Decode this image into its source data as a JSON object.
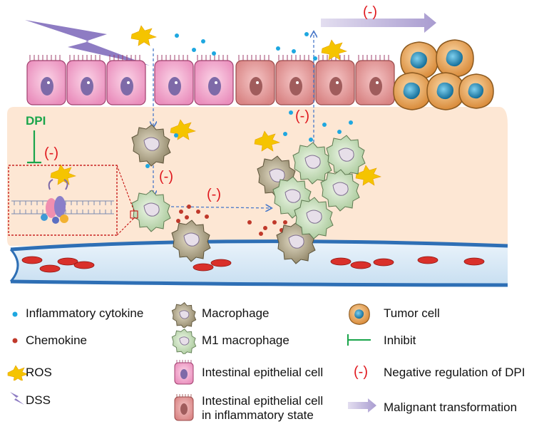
{
  "diagram": {
    "labels": {
      "dpi": "DPI",
      "neg_membrane": "(-)",
      "neg_macrophage": "(-)",
      "neg_chemokine": "(-)",
      "neg_cytokine": "(-)",
      "neg_transformation": "(-)"
    }
  },
  "legend": {
    "inflammatory_cytokine": "Inflammatory  cytokine",
    "chemokine": "Chemokine",
    "ros": "ROS",
    "dss": "DSS",
    "macrophage": "Macrophage",
    "m1_macrophage": "M1 macrophage",
    "epithelial_cell": "Intestinal epithelial cell",
    "inflamed_cell_line1": "Intestinal epithelial cell",
    "inflamed_cell_line2": "in inflammatory state",
    "tumor_cell": "Tumor cell",
    "inhibit": "Inhibit",
    "negative_regulation_symbol": "(-)",
    "negative_regulation": "Negative regulation of DPI",
    "malignant_transformation": "Malignant transformation"
  },
  "colors": {
    "cytokine": "#1ea7e0",
    "chemokine": "#c0392b",
    "ros": "#f5c400",
    "dss": "#8e7cc3",
    "tissue": "#fde7d4",
    "vessel": "#2e6fb5",
    "rbc": "#d9302a",
    "epithelial": "#f2a6c8",
    "inflamed": "#e49a9a",
    "tumor": "#e8a85c",
    "nucleus_tumor": "#1f86b8",
    "m1": "#cfe6c4",
    "macrophage": "#b7ad8f",
    "inhibit": "#1aa54b",
    "negative": "#e0191f",
    "arrow": "#4a79c9",
    "transformation_arrow": "#b9aed6"
  }
}
